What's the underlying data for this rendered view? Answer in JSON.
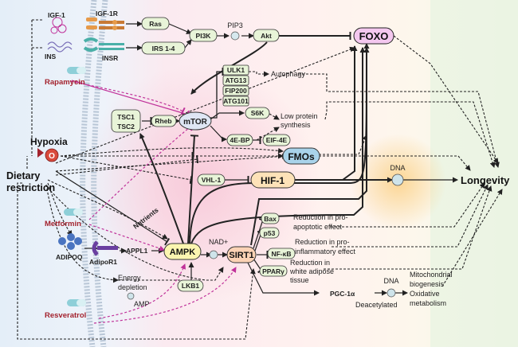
{
  "nodes": {
    "igf1": "IGF-1",
    "igf1r": "IGF-1R",
    "ins": "INS",
    "insr": "INSR",
    "ras": "Ras",
    "pi3k": "PI3K",
    "pip3": "PIP3",
    "akt": "Akt",
    "irs": "IRS 1-4",
    "foxo": "FOXO",
    "rapamycin": "Rapamycin",
    "ulk1": "ULK1",
    "atg13": "ATG13",
    "fip200": "FIP200",
    "atg101": "ATG101",
    "autophagy": "Autophagy",
    "tsc1": "TSC1",
    "tsc2": "TSC2",
    "rheb": "Rheb",
    "mtor": "mTOR",
    "s6k": "S6K",
    "low_protein_1": "Low protein",
    "low_protein_2": "synthesis",
    "ebp": "4E-BP",
    "eif": "EIF-4E",
    "hypoxia": "Hypoxia",
    "o2": "O",
    "fmos": "FMOs",
    "dietary_1": "Dietary",
    "dietary_2": "restriction",
    "vhl": "VHL-1",
    "hif": "HIF-1",
    "dna1": "DNA",
    "longevity": "Longevity",
    "metformin": "Metformin",
    "nutrients": "Nutrients",
    "bax": "Bax",
    "p53": "p53",
    "nfkb": "NF-κB",
    "ppar": "PPARγ",
    "red_apoptotic_1": "Reduction in pro-",
    "red_apoptotic_2": "apoptotic effect",
    "red_inflam_1": "Reduction in pro-",
    "red_inflam_2": "inflammatory effect",
    "red_white_1": "Reduction in",
    "red_white_2": "white adipose",
    "red_white_3": "tissue",
    "adipoq": "ADIPOQ",
    "adipor1": "AdipoR1",
    "appl1": "APPL1",
    "ampk": "AMPK",
    "nad": "NAD+",
    "sirt1": "SIRT1",
    "energy_1": "Energy",
    "energy_2": "depletion",
    "amp": "AMP",
    "lkb1": "LKB1",
    "resveratrol": "Resveratrol",
    "pgc": "PGC-1α",
    "dna2": "DNA",
    "deacetylated": "Deacetylated",
    "mito_1": "Mitochondrial",
    "mito_2": "biogenesis",
    "mito_3": "Oxidative",
    "mito_4": "metabolism"
  },
  "colors": {
    "drug_red": "#a3232e",
    "activation_magenta": "#c0329a",
    "box_green": "#e8f4d8",
    "foxo_pink": "#f4c8ef",
    "hif_orange": "#fde2b8",
    "fmo_blue": "#a9d3ea",
    "sirt_peach": "#fbd2b4"
  }
}
